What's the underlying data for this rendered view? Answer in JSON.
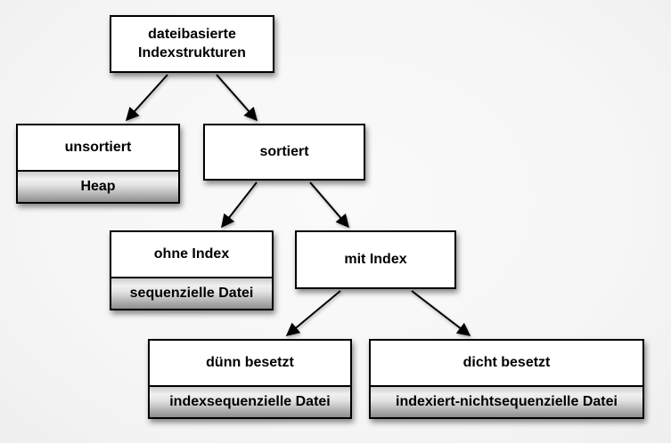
{
  "diagram": {
    "language": "de",
    "colors": {
      "background": "#f7f7f7",
      "box_fill": "#ffffff",
      "box_border": "#000000",
      "text": "#000000",
      "arrow": "#000000",
      "sublabel_gradient_top": "#cccccc",
      "sublabel_gradient_light": "#f0f0f0",
      "sublabel_gradient_bottom": "#8e8e8e"
    },
    "nodes": {
      "root": {
        "label": "dateibasierte Indexstrukturen"
      },
      "unsortiert": {
        "label": "unsortiert",
        "sublabel": "Heap"
      },
      "sortiert": {
        "label": "sortiert"
      },
      "ohne_index": {
        "label": "ohne Index",
        "sublabel": "sequenzielle Datei"
      },
      "mit_index": {
        "label": "mit Index"
      },
      "duenn_besetzt": {
        "label": "dünn besetzt",
        "sublabel": "indexsequenzielle Datei"
      },
      "dicht_besetzt": {
        "label": "dicht besetzt",
        "sublabel": "indexiert-nichtsequenzielle Datei"
      }
    },
    "edges": [
      {
        "from": "root",
        "to": "unsortiert"
      },
      {
        "from": "root",
        "to": "sortiert"
      },
      {
        "from": "sortiert",
        "to": "ohne_index"
      },
      {
        "from": "sortiert",
        "to": "mit_index"
      },
      {
        "from": "mit_index",
        "to": "duenn_besetzt"
      },
      {
        "from": "mit_index",
        "to": "dicht_besetzt"
      }
    ]
  }
}
